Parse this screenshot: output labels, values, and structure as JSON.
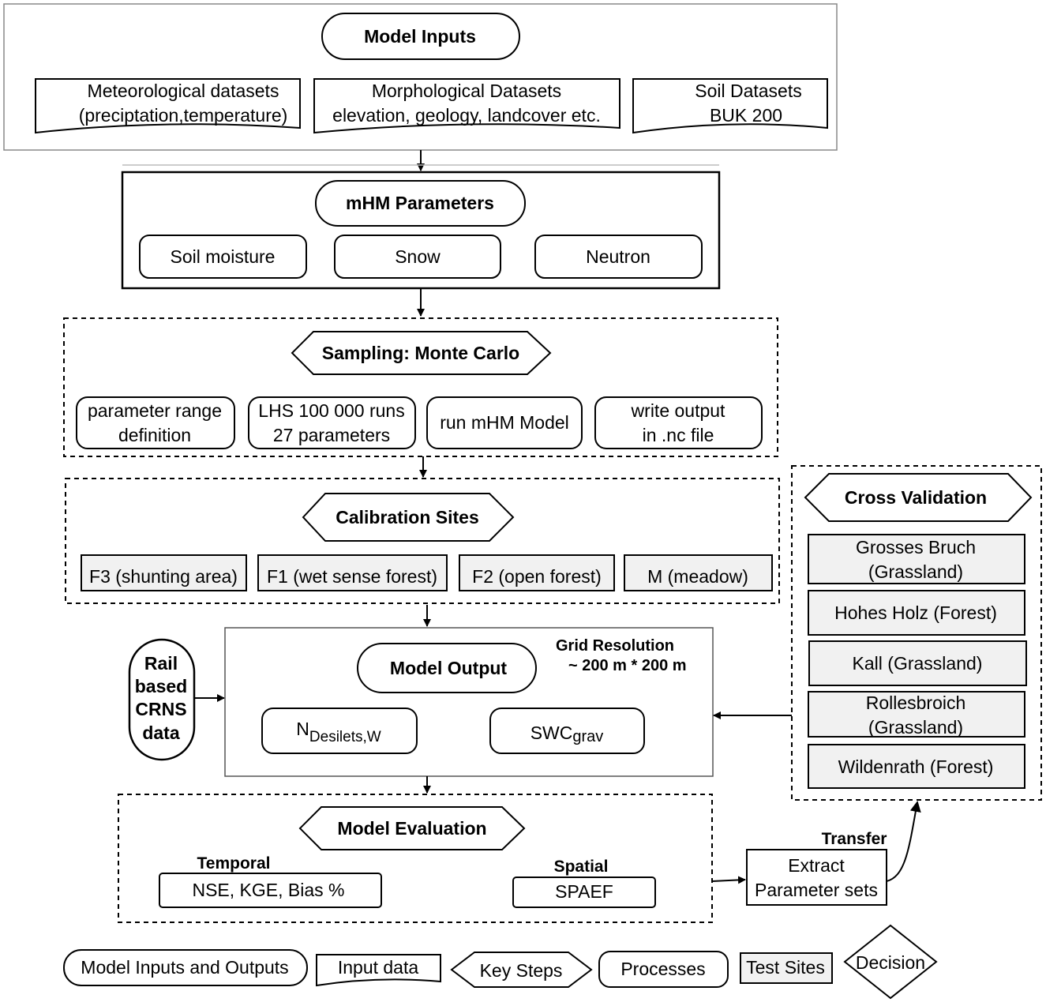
{
  "model_inputs": {
    "title": "Model Inputs",
    "items": [
      [
        "Meteorological datasets",
        "(preciptation,temperature)"
      ],
      [
        "Morphological Datasets",
        "elevation, geology, landcover etc."
      ],
      [
        "Soil Datasets",
        "BUK 200"
      ]
    ]
  },
  "mhm_parameters": {
    "title": "mHM Parameters",
    "items": [
      "Soil moisture",
      "Snow",
      "Neutron"
    ]
  },
  "sampling": {
    "title": "Sampling: Monte Carlo",
    "items": [
      [
        "parameter range",
        "definition"
      ],
      [
        "LHS 100 000 runs",
        "27 parameters"
      ],
      [
        "run mHM Model"
      ],
      [
        "write output",
        "in .nc file"
      ]
    ]
  },
  "calibration": {
    "title": "Calibration Sites",
    "items": [
      "F3 (shunting area)",
      "F1 (wet sense forest)",
      "F2  (open forest)",
      "M (meadow)"
    ]
  },
  "cross_validation": {
    "title": "Cross Validation",
    "items": [
      [
        "Grosses Bruch",
        "(Grassland)"
      ],
      [
        "Hohes Holz (Forest)"
      ],
      [
        "Kall (Grassland)"
      ],
      [
        "Rollesbroich",
        "(Grassland)"
      ],
      [
        "Wildenrath (Forest)"
      ]
    ]
  },
  "rail": {
    "lines": [
      "Rail",
      "based",
      "CRNS",
      "data"
    ]
  },
  "model_output": {
    "title": "Model Output",
    "grid_label": "Grid Resolution",
    "grid_value": "~ 200 m * 200 m",
    "n_main": "N",
    "n_sub": "Desilets,W",
    "swc_main": "SWC",
    "swc_sub": "grav"
  },
  "model_evaluation": {
    "title": "Model Evaluation",
    "temporal_label": "Temporal",
    "temporal_value": "NSE, KGE, Bias %",
    "spatial_label": "Spatial",
    "spatial_value": "SPAEF"
  },
  "extract": {
    "transfer_label": "Transfer",
    "lines": [
      "Extract",
      "Parameter sets"
    ]
  },
  "legend": {
    "items": [
      "Model Inputs and Outputs",
      "Input data",
      "Key Steps",
      "Processes",
      "Test Sites",
      "Decision"
    ]
  }
}
